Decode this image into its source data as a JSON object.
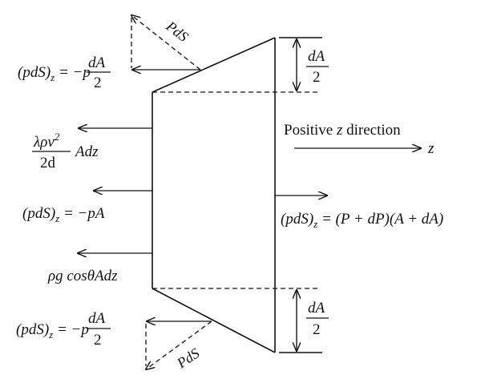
{
  "labels": {
    "pds_top": "PdS",
    "pds_bottom": "PdS",
    "top_force_left": "(pdS)",
    "top_force_sub": "z",
    "top_force_eq": " = −p",
    "da_num": "dA",
    "da_den": "2",
    "friction_num_a": "λρv",
    "friction_num_sup": "2",
    "friction_den": "2d",
    "friction_tail": "Adz",
    "mid_force_left": "(pdS)",
    "mid_force_sub": "z",
    "mid_force_eq": " = −pA",
    "gravity": "ρg cosθAdz",
    "right_force_left": "(pdS)",
    "right_force_sub": "z",
    "right_force_eq": " = (P + dP)(A + dA)",
    "positive_dir_text": "Positive ",
    "positive_dir_z": "z",
    "positive_dir_tail": " direction",
    "axis_z": "z",
    "bot_force_left": "(pdS)",
    "bot_force_sub": "z",
    "bot_force_eq": " = −p",
    "dim_top_num": "dA",
    "dim_top_den": "2",
    "dim_bot_num": "dA",
    "dim_bot_den": "2"
  }
}
